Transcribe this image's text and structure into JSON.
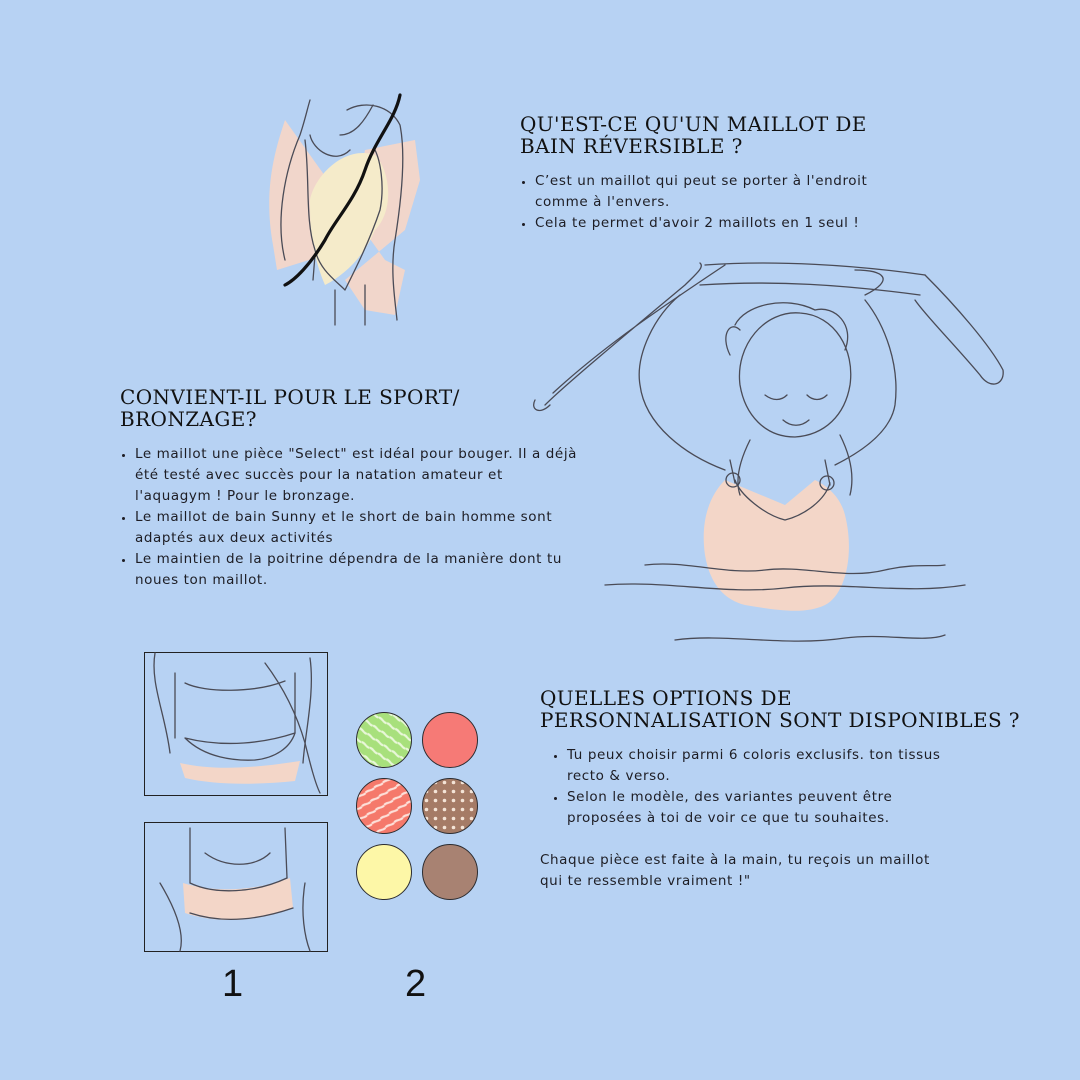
{
  "sections": {
    "reversible": {
      "title": "QU'EST-CE QU'UN MAILLOT DE BAIN RÉVERSIBLE ?",
      "bullets": [
        "C’est un maillot qui peut se porter à l'endroit comme à l'envers.",
        "Cela te permet d'avoir 2 maillots en 1 seul !"
      ]
    },
    "sport": {
      "title": "CONVIENT-IL POUR LE SPORT/ BRONZAGE?",
      "bullets": [
        "Le maillot une pièce \"Select\" est idéal pour bouger. Il a déjà été testé avec succès pour la natation amateur et l'aquagym ! Pour le bronzage.",
        "Le maillot de bain Sunny et le short de bain homme sont adaptés aux deux activités",
        "Le maintien de la poitrine dépendra de la manière dont tu noues ton maillot."
      ]
    },
    "options": {
      "title": "QUELLES OPTIONS DE PERSONNALISATION SONT DISPONIBLES ?",
      "bullets": [
        "Tu peux choisir parmi 6 coloris exclusifs. ton tissus recto & verso.",
        "Selon le modèle, des variantes peuvent être proposées à toi de voir ce que tu souhaites."
      ],
      "closing": "Chaque pièce est faite à la main, tu reçois un maillot qui te ressemble vraiment !\""
    }
  },
  "labels": {
    "option_1": "1",
    "option_2": "2"
  },
  "swatches": [
    {
      "name": "green-zebra",
      "color": "#a8e07c",
      "pattern": "zebra"
    },
    {
      "name": "coral",
      "color": "#f67a76",
      "pattern": "solid"
    },
    {
      "name": "coral-zebra",
      "color": "#f5796b",
      "pattern": "zebra"
    },
    {
      "name": "brown-dots",
      "color": "#a57b66",
      "pattern": "dots"
    },
    {
      "name": "pale-yellow",
      "color": "#fdf7a7",
      "pattern": "solid"
    },
    {
      "name": "taupe",
      "color": "#a88272",
      "pattern": "solid"
    }
  ],
  "colors": {
    "background": "#b7d2f3",
    "accent_peach": "#f3d6c8",
    "ink": "#4a4b56"
  }
}
